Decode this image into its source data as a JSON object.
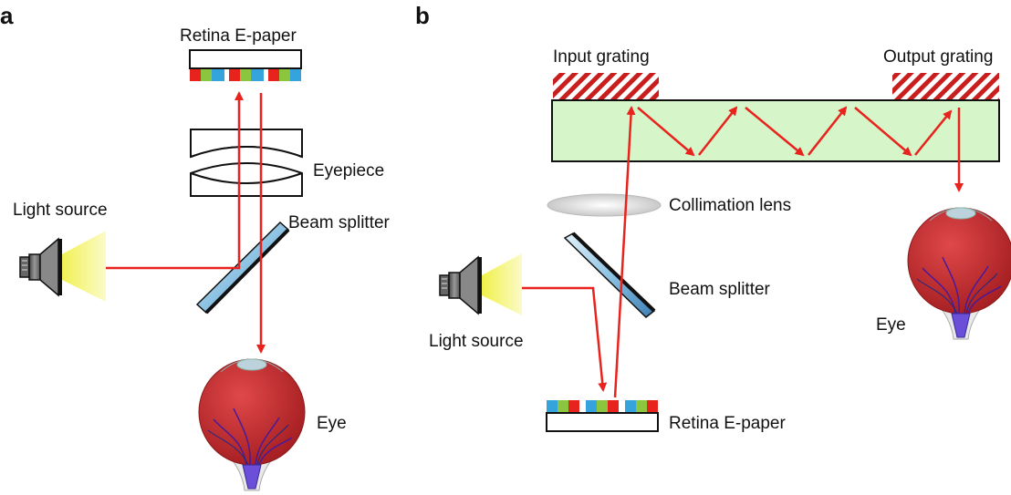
{
  "panels": {
    "a": {
      "letter": "a",
      "display_label": "Retina E-paper",
      "eyepiece_label": "Eyepiece",
      "light_source_label": "Light source",
      "beam_splitter_label": "Beam splitter",
      "eye_label": "Eye"
    },
    "b": {
      "letter": "b",
      "input_grating_label": "Input grating",
      "output_grating_label": "Output grating",
      "collimation_lens_label": "Collimation lens",
      "beam_splitter_label": "Beam splitter",
      "light_source_label": "Light source",
      "eye_label": "Eye",
      "display_label": "Retina E-paper"
    }
  },
  "colors": {
    "ray": "#e8231d",
    "waveguide": "#d6f5c9",
    "grating_hatch": "#c81e1e",
    "pixel_red": "#e8231d",
    "pixel_green": "#8cc63f",
    "pixel_blue": "#35a3dc",
    "eyeball": "#c8282c",
    "light_beam": "#f4f46a"
  }
}
